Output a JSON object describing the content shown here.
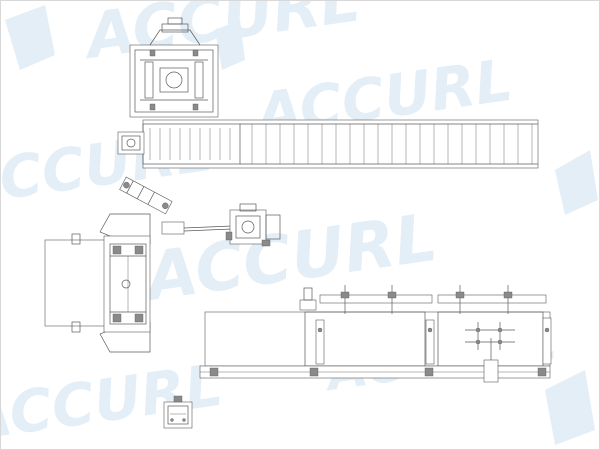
{
  "watermark": {
    "text": "ACCURL",
    "color": "#e3eef7"
  },
  "drawing": {
    "line_color": "#5a5a5a",
    "components": [
      "decoiler",
      "coil-car",
      "leveling-feeder-frame",
      "transfer-roller-conveyor",
      "servo-feeder-unit",
      "hydraulic-unit",
      "press-machine-bed",
      "stacking-table",
      "control-panel"
    ]
  }
}
